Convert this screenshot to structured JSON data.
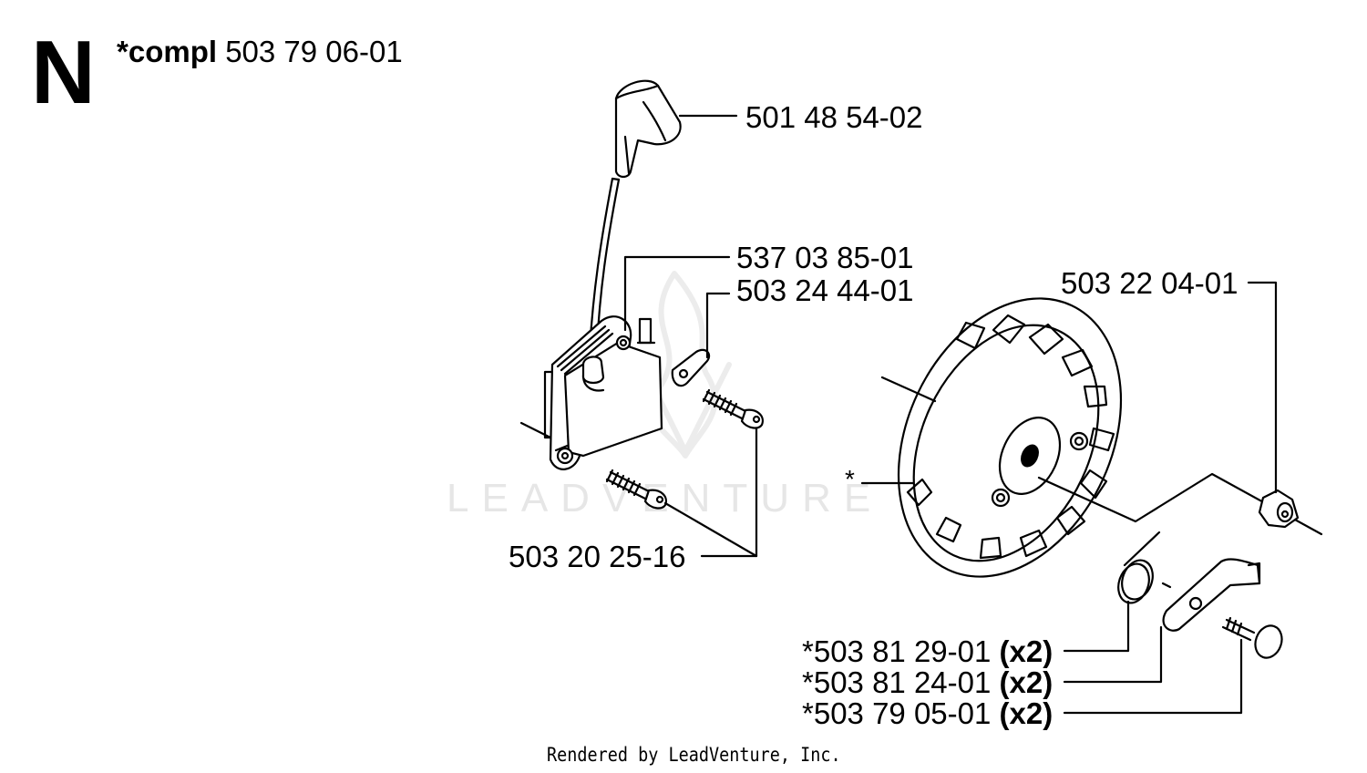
{
  "section": {
    "letter": "N",
    "compl_prefix": "*compl",
    "compl_number": "503 79 06-01"
  },
  "parts": [
    {
      "id": "spark-plug-cap",
      "number": "501 48 54-02"
    },
    {
      "id": "ignition-module",
      "number": "537 03 85-01"
    },
    {
      "id": "terminal",
      "number": "503 24 44-01"
    },
    {
      "id": "flywheel-nut",
      "number": "503 22 04-01"
    },
    {
      "id": "module-screws",
      "number": "503 20 25-16"
    },
    {
      "id": "flywheel",
      "number": "*"
    },
    {
      "id": "spring",
      "number": "*503 81 29-01",
      "qty": "(x2)"
    },
    {
      "id": "pawl",
      "number": "*503 81 24-01",
      "qty": "(x2)"
    },
    {
      "id": "pawl-pin",
      "number": "*503 79 05-01",
      "qty": "(x2)"
    }
  ],
  "watermark": "LEADVENTURE",
  "footer": "Rendered by LeadVenture, Inc."
}
